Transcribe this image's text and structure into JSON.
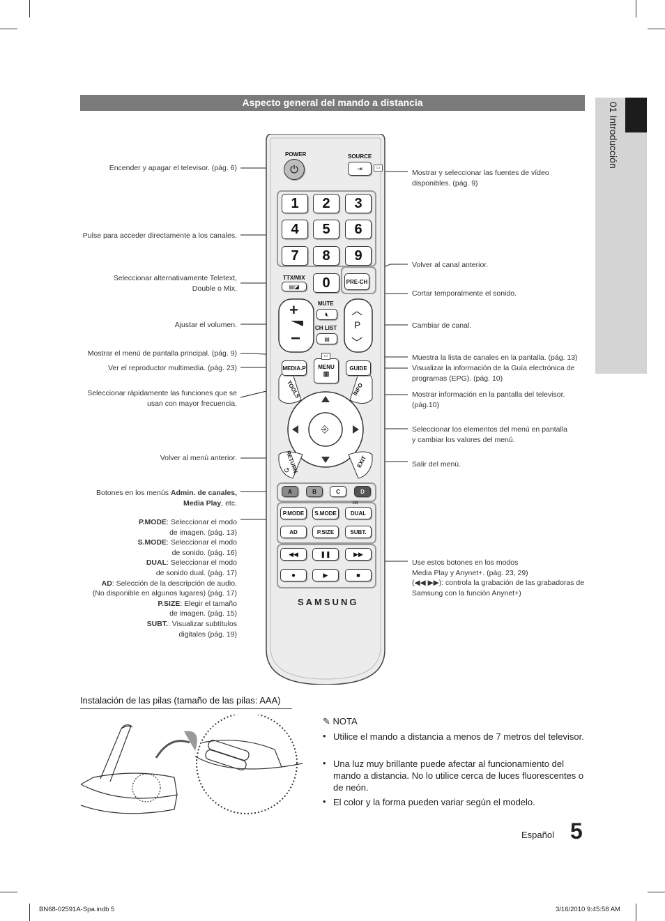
{
  "side_tab": {
    "text": "01  Introducción"
  },
  "header": {
    "title": "Aspecto general del mando a distancia"
  },
  "labels_left": {
    "power": "Encender y apagar el televisor. (pág. 6)",
    "numbers": "Pulse para acceder directamente a los canales.",
    "ttx_1": "Seleccionar alternativamente Teletext,",
    "ttx_2": "Double o Mix.",
    "volume": "Ajustar el volumen.",
    "menu": "Mostrar el menú de pantalla principal.  (pág. 9)",
    "media": "Ver el reproductor multimedia. (pág. 23)",
    "tools_1": "Seleccionar rápidamente las funciones que se",
    "tools_2": "usan con mayor frecuencia.",
    "return": "Volver al menú anterior.",
    "color_1_pre": "Botones en los menús ",
    "color_1_bold": "Admin. de canales,",
    "color_2_bold": "Media Play",
    "color_2_post": ", etc.",
    "pmode_b": "P.MODE",
    "pmode_1": ": Seleccionar el modo",
    "pmode_2": "de imagen. (pág. 13)",
    "smode_b": "S.MODE",
    "smode_1": ": Seleccionar el modo",
    "smode_2": "de sonido. (pág. 16)",
    "dual_b": "DUAL",
    "dual_1": ": Seleccionar el modo",
    "dual_2": "de sonido dual. (pág. 17)",
    "ad_b": "AD",
    "ad_1": ": Selección de la descripción de audio.",
    "ad_2": "(No disponible en algunos lugares) (pág. 17)",
    "psize_b": "P.SIZE",
    "psize_1": ": Elegir el tamaño",
    "psize_2": "de imagen. (pág. 15)",
    "subt_b": "SUBT.",
    "subt_1": ": Visualizar subtítulos",
    "subt_2": "digitales (pág. 19)"
  },
  "labels_right": {
    "source_1": "Mostrar y seleccionar las fuentes de vídeo",
    "source_2": "disponibles. (pág. 9)",
    "prech": "Volver al canal anterior.",
    "mute": "Cortar temporalmente el sonido.",
    "channel": "Cambiar de canal.",
    "chlist": "Muestra la lista de canales en la pantalla. (pág. 13)",
    "guide_1": "Visualizar la información de la Guía electrónica de",
    "guide_2": "programas (EPG). (pág. 10)",
    "info_1": "Mostrar información en la pantalla del televisor.",
    "info_2": "(pág.10)",
    "nav_1": "Seleccionar los elementos del menú en pantalla",
    "nav_2": "y cambiar los valores del menú.",
    "exit": "Salir del menú.",
    "media_1": "Use estos botones en los modos",
    "media_2_b1": "Media Play",
    "media_2_mid": " y ",
    "media_2_b2": "Anynet",
    "media_2_post": "+. (pág. 23, 29)",
    "media_3": "(◀◀ ▶▶): controla la grabación de las grabadoras de",
    "media_4": "Samsung con la función Anynet+)"
  },
  "remote": {
    "power": "POWER",
    "source": "SOURCE",
    "digits": [
      "1",
      "2",
      "3",
      "4",
      "5",
      "6",
      "7",
      "8",
      "9"
    ],
    "zero": "0",
    "ttx": "TTX/MIX",
    "prech": "PRE-CH",
    "mute": "MUTE",
    "chlist": "CH LIST",
    "p": "P",
    "media_p": "MEDIA.P",
    "menu": "MENU",
    "guide": "GUIDE",
    "tools": "TOOLS",
    "info": "INFO",
    "return": "RETURN",
    "exit": "EXIT",
    "colors": [
      "A",
      "B",
      "C",
      "D"
    ],
    "color_hex": [
      "#8a8a8a",
      "#a0a0a0",
      "#ffffff",
      "#555555"
    ],
    "pmode": "P.MODE",
    "smode": "S.MODE",
    "dual": "DUAL",
    "ad": "AD",
    "psize": "P.SIZE",
    "subt": "SUBT.",
    "i_ii": "I-II",
    "brand": "SAMSUNG"
  },
  "battery": {
    "title": "Instalación de las pilas (tamaño de las pilas: AAA)",
    "nota": "NOTA",
    "notes": [
      "Utilice el mando a distancia a menos de 7 metros del televisor.",
      "Una luz muy brillante puede afectar al funcionamiento del mando a distancia. No lo utilice cerca de luces fluorescentes o de neón.",
      "El color y la forma pueden variar según el modelo."
    ]
  },
  "footer": {
    "language": "Español",
    "page": "5",
    "file": "BN68-02591A-Spa.indb   5",
    "date": "3/16/2010   9:45:58 AM"
  }
}
